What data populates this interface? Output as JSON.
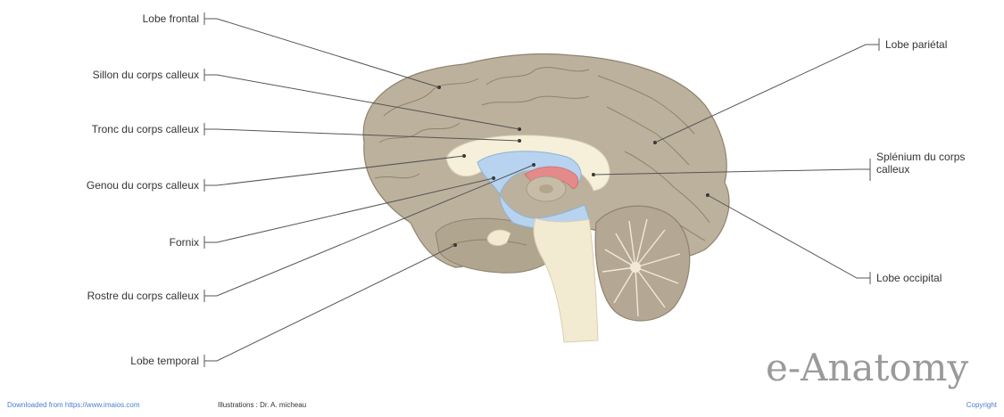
{
  "labels": {
    "lobe_frontal": "Lobe frontal",
    "sillon_corps_calleux": "Sillon du corps calleux",
    "tronc_corps_calleux": "Tronc du corps calleux",
    "genou_corps_calleux": "Genou du corps calleux",
    "fornix": "Fornix",
    "rostre_corps_calleux": "Rostre du corps calleux",
    "lobe_temporal": "Lobe temporal",
    "lobe_parietal": "Lobe pariétal",
    "splenium_line1": "Splénium du corps",
    "splenium_line2": "calleux",
    "lobe_occipital": "Lobe occipital"
  },
  "brand": "e-Anatomy",
  "footer": {
    "download_link": "Downloaded from https://www.imaios.com",
    "illustrations": "Illustrations : Dr. A. micheau",
    "copyright": "Copyright"
  },
  "colors": {
    "cortex": "#bcb19d",
    "cortex_dark": "#a89c86",
    "gyrus_lines": "#8f836d",
    "corpus_callosum": "#f6efd9",
    "ventricle": "#b7d3ef",
    "fornix_red": "#e48a8a",
    "brainstem": "#f3ead2",
    "cerebellum": "#b4a894",
    "leader": "#555555",
    "link_blue": "#4a7fd0",
    "brand_gray": "#9a9a9a"
  }
}
